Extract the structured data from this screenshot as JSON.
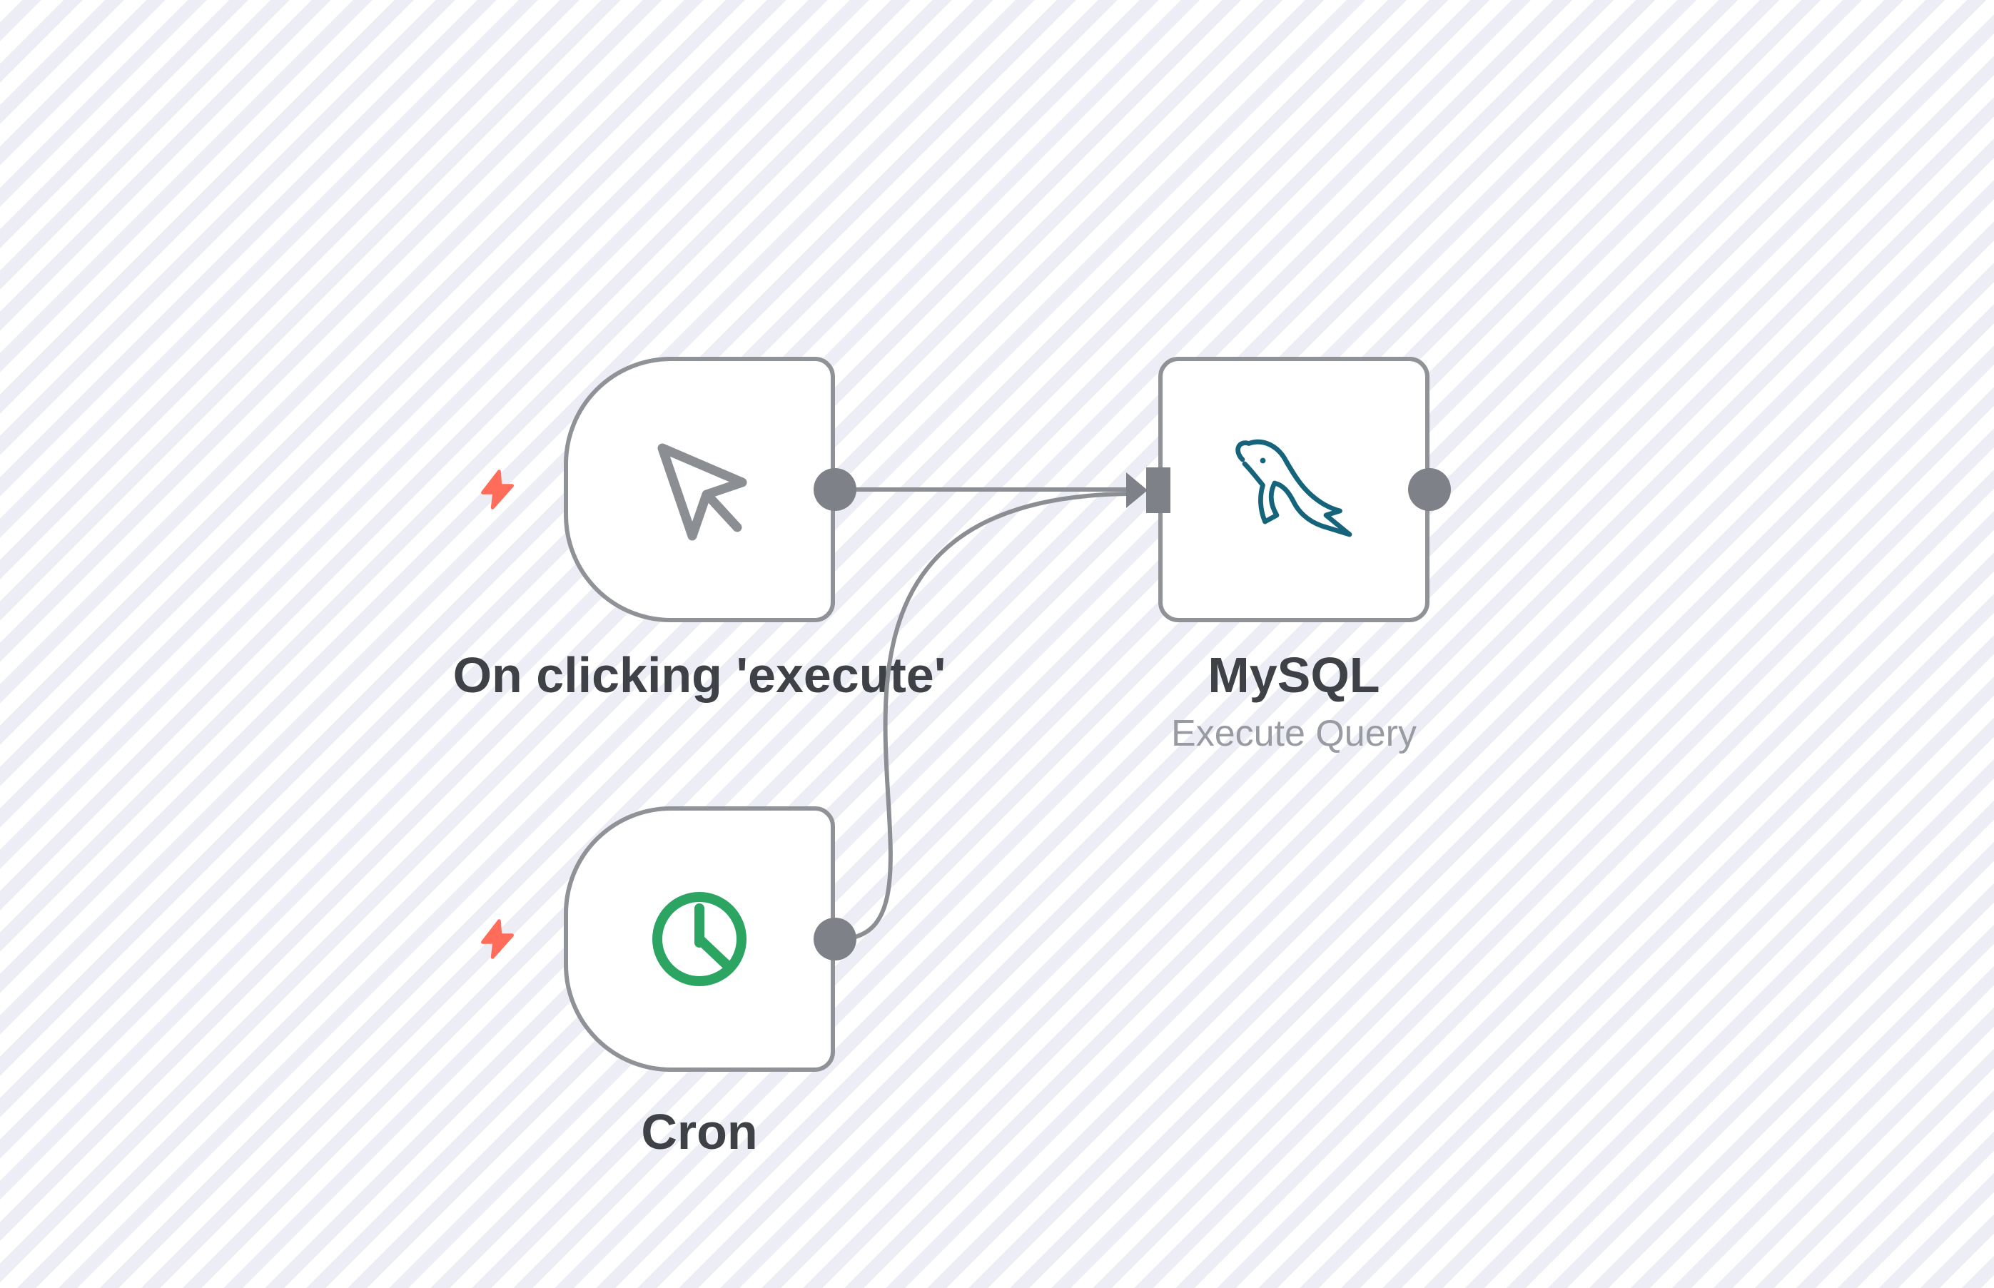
{
  "workflow": {
    "nodes": [
      {
        "name": "On clicking 'execute'",
        "type": "manual-trigger",
        "shape": "trigger-d-shape",
        "icon": "mouse-pointer-icon"
      },
      {
        "name": "Cron",
        "type": "cron-trigger",
        "shape": "trigger-d-shape",
        "icon": "clock-icon"
      },
      {
        "name": "MySQL",
        "subtitle": "Execute Query",
        "type": "mysql",
        "shape": "square",
        "icon": "mysql-dolphin-icon"
      }
    ],
    "connections": [
      {
        "from": "On clicking 'execute'",
        "to": "MySQL"
      },
      {
        "from": "Cron",
        "to": "MySQL"
      }
    ]
  },
  "colors": {
    "canvas_stripe_light": "#ffffff",
    "canvas_stripe_dark": "#ededf6",
    "node_background": "#ffffff",
    "node_border": "#8f9297",
    "connection_line": "#8b8e93",
    "endpoint_fill": "#7e8187",
    "trigger_bolt": "#ff6d5a",
    "cursor_icon": "#8b8e92",
    "clock_icon_green": "#2da562",
    "mysql_dolphin_teal": "#16637c",
    "label_text": "#3e4146",
    "sublabel_text": "#989ba2"
  }
}
